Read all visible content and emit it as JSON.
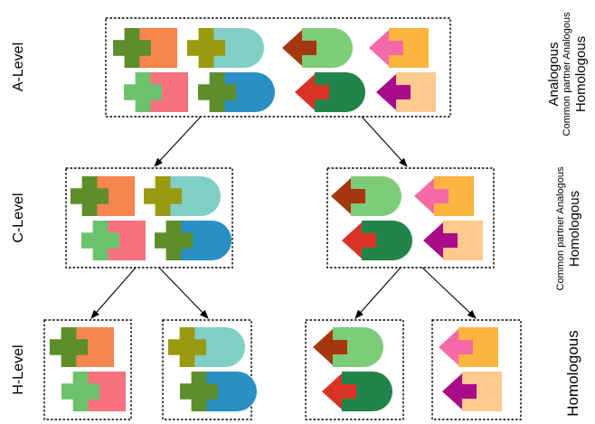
{
  "levels": {
    "a": "A-Level",
    "c": "C-Level",
    "h": "H-Level"
  },
  "right_labels": {
    "a": {
      "line1": "Analogous",
      "line2": "Common partner Analogous",
      "line3": "Homologous"
    },
    "c": {
      "line1": "Common partner Analogous",
      "line2": "Homologous"
    },
    "h": {
      "line1": "Homologous"
    }
  },
  "colors": {
    "cross_dark_green": "#5e8d2c",
    "cross_olive": "#9a9a10",
    "cross_light_green": "#6cc26c",
    "rect_orange": "#f7854f",
    "rect_teal": "#7fcfc7",
    "rect_pink": "#f6727e",
    "rect_blue": "#2a8fc3",
    "rect_light_green": "#7dcc78",
    "rect_dark_green": "#21844a",
    "rect_gold": "#fbb440",
    "rect_peach": "#fec98c",
    "arrow_brown": "#a5370f",
    "arrow_red": "#d93327",
    "arrow_pink": "#f56aa6",
    "arrow_purple": "#a90c89"
  }
}
